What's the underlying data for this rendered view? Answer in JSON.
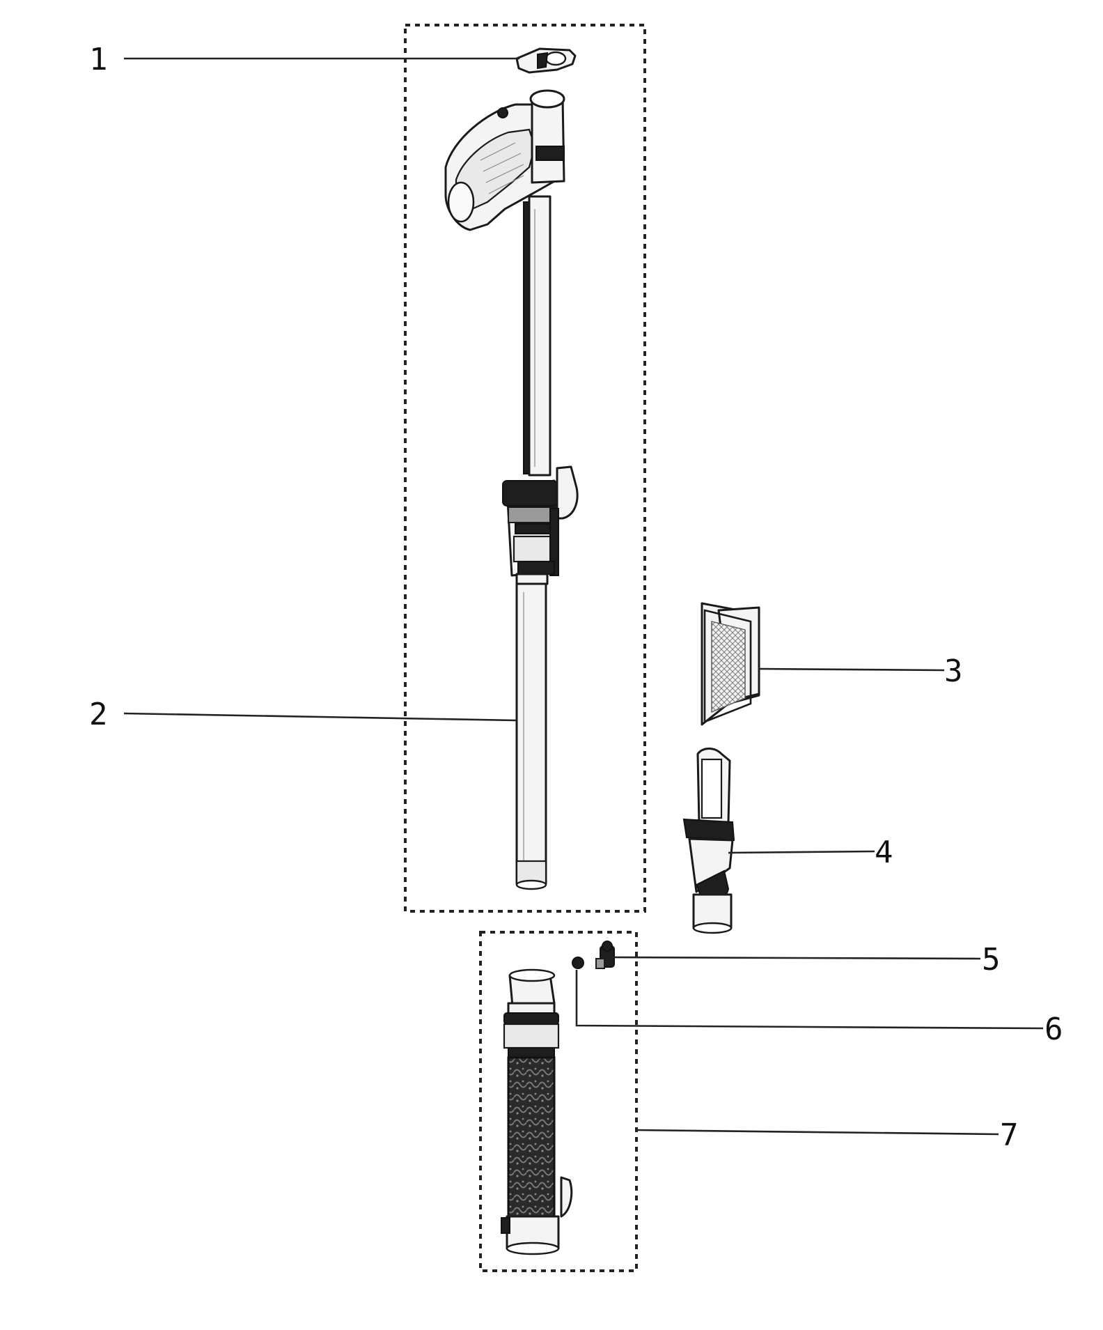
{
  "diagram": {
    "callouts": [
      {
        "id": 1,
        "label": "1"
      },
      {
        "id": 2,
        "label": "2"
      },
      {
        "id": 3,
        "label": "3"
      },
      {
        "id": 4,
        "label": "4"
      },
      {
        "id": 5,
        "label": "5"
      },
      {
        "id": 6,
        "label": "6"
      },
      {
        "id": 7,
        "label": "7"
      }
    ],
    "parts": [
      {
        "callout": 1,
        "icon": "clip-icon"
      },
      {
        "callout": 2,
        "icon": "wand-assembly-icon"
      },
      {
        "callout": 3,
        "icon": "instruction-sheet-icon"
      },
      {
        "callout": 4,
        "icon": "crevice-tool-icon"
      },
      {
        "callout": 5,
        "icon": "screw-icon"
      },
      {
        "callout": 6,
        "icon": "ball-icon"
      },
      {
        "callout": 7,
        "icon": "hose-cuff-assembly-icon"
      }
    ]
  }
}
